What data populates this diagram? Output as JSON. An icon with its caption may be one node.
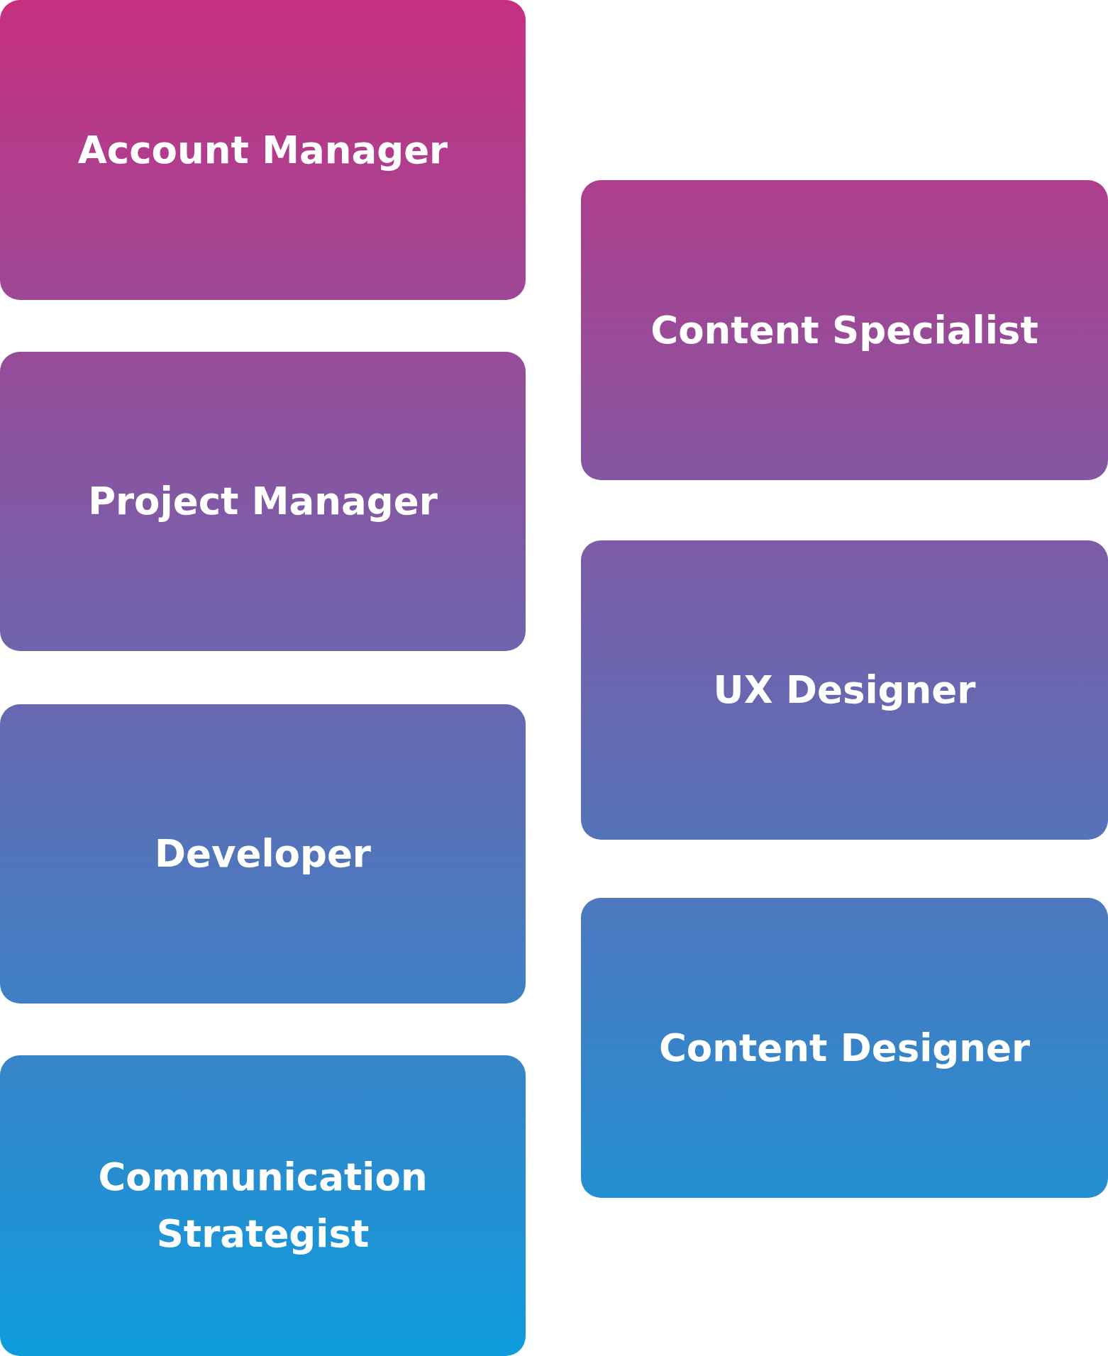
{
  "diagram": {
    "nodes": [
      {
        "text": [
          "Account Manager"
        ]
      },
      {
        "text": [
          "Content Specialist"
        ]
      },
      {
        "text": [
          "Project Manager"
        ]
      },
      {
        "text": [
          "UX Designer"
        ]
      },
      {
        "text": [
          "Developer"
        ]
      },
      {
        "text": [
          "Content Designer"
        ]
      },
      {
        "text": [
          "Communication Strategist"
        ]
      }
    ]
  }
}
